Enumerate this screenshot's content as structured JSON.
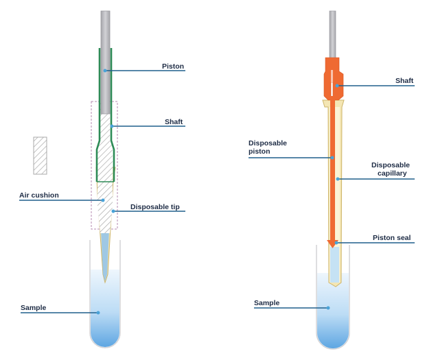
{
  "left_diagram": {
    "labels": {
      "piston": "Piston",
      "shaft": "Shaft",
      "air_cushion": "Air cushion",
      "disposable_tip": "Disposable tip",
      "sample": "Sample"
    }
  },
  "right_diagram": {
    "labels": {
      "shaft": "Shaft",
      "disposable_piston_line1": "Disposable",
      "disposable_piston_line2": "piston",
      "disposable_capillary_line1": "Disposable",
      "disposable_capillary_line2": "capillary",
      "piston_seal": "Piston seal",
      "sample": "Sample"
    }
  },
  "colors": {
    "rod": "#b8b8bc",
    "rod_edge": "#9a9aa0",
    "green": "#2e8b57",
    "orange": "#ef6a32",
    "tip": "#f4e6b4",
    "tip_edge": "#cdb56a",
    "liquid": "#7eb7e8",
    "leader": "#1f5f8b",
    "dot": "#4aa3d8",
    "hatch": "#a9a9a9",
    "dashed_box": "#b58ab0"
  }
}
